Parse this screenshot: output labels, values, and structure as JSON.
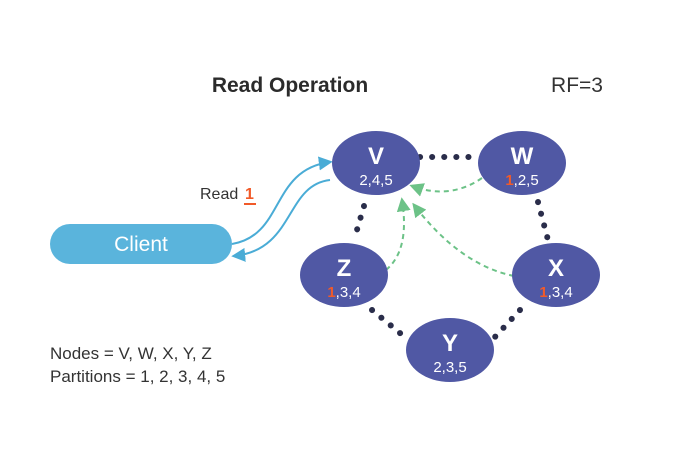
{
  "title": "Read Operation",
  "rf": "RF=3",
  "client": {
    "label": "Client"
  },
  "read_label": {
    "text": "Read",
    "partition": "1"
  },
  "legend": {
    "nodes": "Nodes = V, W, X, Y, Z",
    "partitions": "Partitions = 1, 2, 3, 4, 5"
  },
  "nodes": {
    "V": {
      "name": "V",
      "partitions_plain": "2,4,5"
    },
    "W": {
      "name": "W",
      "highlight": "1",
      "rest": ",2,5"
    },
    "X": {
      "name": "X",
      "highlight": "1",
      "rest": ",3,4"
    },
    "Y": {
      "name": "Y",
      "partitions_plain": "2,3,5"
    },
    "Z": {
      "name": "Z",
      "highlight": "1",
      "rest": ",3,4"
    }
  },
  "colors": {
    "node_fill": "#5058a4",
    "client_fill": "#5ab4dc",
    "arrow_blue": "#4aacd6",
    "arrow_green": "#6cc287",
    "ring_dots": "#2a2d4a",
    "highlight": "#f15a29"
  }
}
